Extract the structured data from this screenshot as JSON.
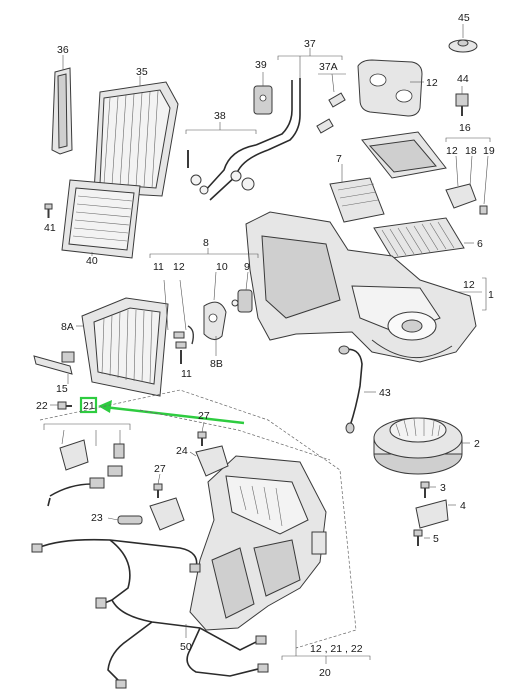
{
  "labels": {
    "l45": "45",
    "l36": "36",
    "l37": "37",
    "l35": "35",
    "l39": "39",
    "l37a": "37A",
    "l12a": "12",
    "l44": "44",
    "l38": "38",
    "l16": "16",
    "l16_12": "12",
    "l16_18": "18",
    "l16_19": "19",
    "l7": "7",
    "l41": "41",
    "l6": "6",
    "l8": "8",
    "l8_11": "11",
    "l8_12": "12",
    "l8_10": "10",
    "l8_9": "9",
    "l40": "40",
    "l12_1": "12",
    "l1": "1",
    "l8a": "8A",
    "l8b": "8B",
    "l11": "11",
    "l15": "15",
    "l22": "22",
    "l21": "21",
    "l43": "43",
    "l27a": "27",
    "l24": "24",
    "l2": "2",
    "l27b": "27",
    "l3": "3",
    "l4": "4",
    "l23": "23",
    "l5": "5",
    "l12_21_22": "12 , 21 , 22",
    "l50": "50",
    "l20": "20"
  },
  "highlight": {
    "color": "#2ecc40",
    "target": "21"
  },
  "colors": {
    "line": "#3a3a3a",
    "fill": "#e6e6e6",
    "accent": "#2ecc40"
  }
}
